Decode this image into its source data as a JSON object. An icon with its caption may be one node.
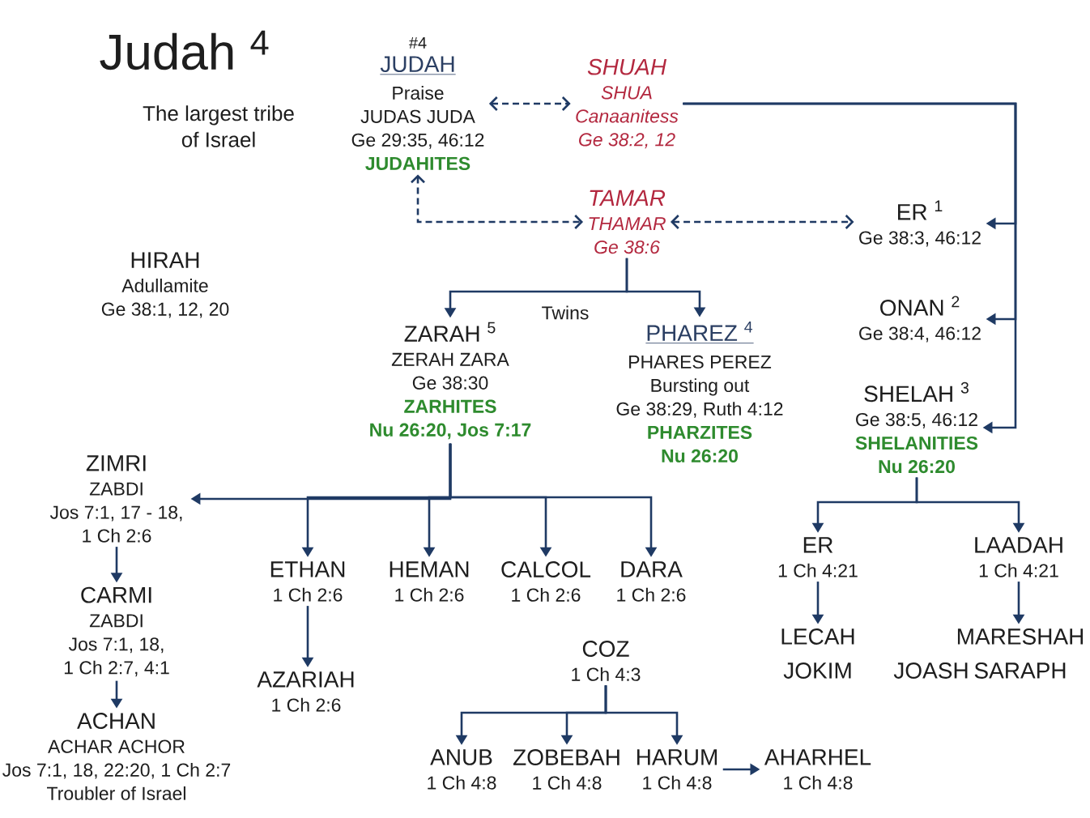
{
  "diagram": {
    "title": "Judah $^{4}$",
    "nodes": [
      {
        "text": [
          "#4",
          "JUDAH",
          "Praise",
          "JUDAS JUDA",
          "Ge 29:35, 46:12",
          "JUDAHITES"
        ]
      },
      {
        "text": [
          "SHUAH",
          "SHUA",
          "Canaanitess",
          "Ge 38:2, 12"
        ]
      },
      {
        "text": [
          "TAMAR",
          "THAMAR",
          "Ge 38:6"
        ]
      },
      {
        "text": [
          "ER $^{1}$",
          "Ge 38:3, 46:12"
        ]
      },
      {
        "text": [
          "HIRAH",
          "Adullamite",
          "Ge 38:1, 12, 20"
        ]
      },
      {
        "text": [
          "ONAN $^{2}$",
          "Ge 38:4, 46:12"
        ]
      },
      {
        "text": [
          "ZARAH $^{5}$",
          "ZERAH ZARA",
          "Ge 38:30",
          "ZARHITES",
          "Nu 26:20, Jos 7:17"
        ]
      },
      {
        "text": [
          "PHAREZ $^{4}$",
          "PHARES PEREZ",
          "Bursting out",
          "Ge 38:29, Ruth 4:12",
          "PHARZITES",
          "Nu 26:20"
        ]
      },
      {
        "text": [
          "SHELAH $^{3}$",
          "Ge 38:5, 46:12",
          "SHELANITIES",
          "Nu 26:20"
        ]
      },
      {
        "text": [
          "ZIMRI",
          "ZABDI",
          "Jos 7:1, 17 - 18, 1 Ch 2:6"
        ]
      },
      {
        "text": [
          "ETHAN",
          "1 Ch 2:6"
        ]
      },
      {
        "text": [
          "HEMAN",
          "1 Ch 2:6"
        ]
      },
      {
        "text": [
          "CALCOL",
          "1 Ch 2:6"
        ]
      },
      {
        "text": [
          "DARA",
          "1 Ch 2:6"
        ]
      },
      {
        "text": [
          "ER",
          "1 Ch 4:21"
        ]
      },
      {
        "text": [
          "LAADAH",
          "1 Ch 4:21"
        ]
      },
      {
        "text": [
          "CARMI",
          "ZABDI",
          "Jos 7:1, 18, 1 Ch 2:7, 4:1"
        ]
      },
      {
        "text": [
          "AZARIAH",
          "1 Ch 2:6"
        ]
      },
      {
        "text": [
          "COZ",
          "1 Ch 4:3"
        ]
      },
      {
        "text": [
          "LECAH"
        ]
      },
      {
        "text": [
          "MARESHAH"
        ]
      },
      {
        "text": [
          "JOKIM"
        ]
      },
      {
        "text": [
          "JOASH"
        ]
      },
      {
        "text": [
          "SARAPH"
        ]
      },
      {
        "text": [
          "ACHAN",
          "ACHAR ACHOR",
          "Jos 7:1, 18, 22:20, 1 Ch 2:7",
          "Troubler of Israel"
        ]
      },
      {
        "text": [
          "ANUB",
          "1 Ch 4:8"
        ]
      },
      {
        "text": [
          "ZOBEBAH",
          "1 Ch 4:8"
        ]
      },
      {
        "text": [
          "HARUM",
          "1 Ch 4:8"
        ]
      },
      {
        "text": [
          "AHARHEL",
          "1 Ch 4:8"
        ]
      }
    ],
    "edges": [
      {
        "from": 0,
        "to": 1,
        "arrow": "both",
        "style": "dashed"
      },
      {
        "from": 0,
        "to": 2,
        "arrow": "both",
        "style": "dashed"
      },
      {
        "from": 2,
        "to": 3,
        "arrow": "both",
        "style": "dashed"
      },
      {
        "from": 1,
        "to": 3,
        "arrow": "to"
      },
      {
        "from": 1,
        "to": 5,
        "arrow": "to"
      },
      {
        "from": 1,
        "to": 8,
        "arrow": "to"
      },
      {
        "from": 2,
        "to": 6,
        "arrow": "to"
      },
      {
        "from": 2,
        "to": 7,
        "arrow": "to"
      },
      {
        "from": 6,
        "to": 9,
        "arrow": "to"
      },
      {
        "from": 6,
        "to": 10,
        "arrow": "to"
      },
      {
        "from": 6,
        "to": 11,
        "arrow": "to"
      },
      {
        "from": 6,
        "to": 12,
        "arrow": "to"
      },
      {
        "from": 6,
        "to": 13,
        "arrow": "to"
      },
      {
        "from": 9,
        "to": 16,
        "arrow": "to"
      },
      {
        "from": 16,
        "to": 24,
        "arrow": "to"
      },
      {
        "from": 10,
        "to": 17,
        "arrow": "to"
      },
      {
        "from": 8,
        "to": 14,
        "arrow": "to"
      },
      {
        "from": 8,
        "to": 15,
        "arrow": "to"
      },
      {
        "from": 14,
        "to": 19,
        "arrow": "to"
      },
      {
        "from": 15,
        "to": 20,
        "arrow": "to"
      },
      {
        "from": 18,
        "to": 25,
        "arrow": "to"
      },
      {
        "from": 18,
        "to": 26,
        "arrow": "to"
      },
      {
        "from": 18,
        "to": 27,
        "arrow": "to"
      },
      {
        "from": 27,
        "to": 28,
        "arrow": "to"
      }
    ],
    "labels": [
      "The largest tribe of Israel",
      "Twins"
    ]
  }
}
